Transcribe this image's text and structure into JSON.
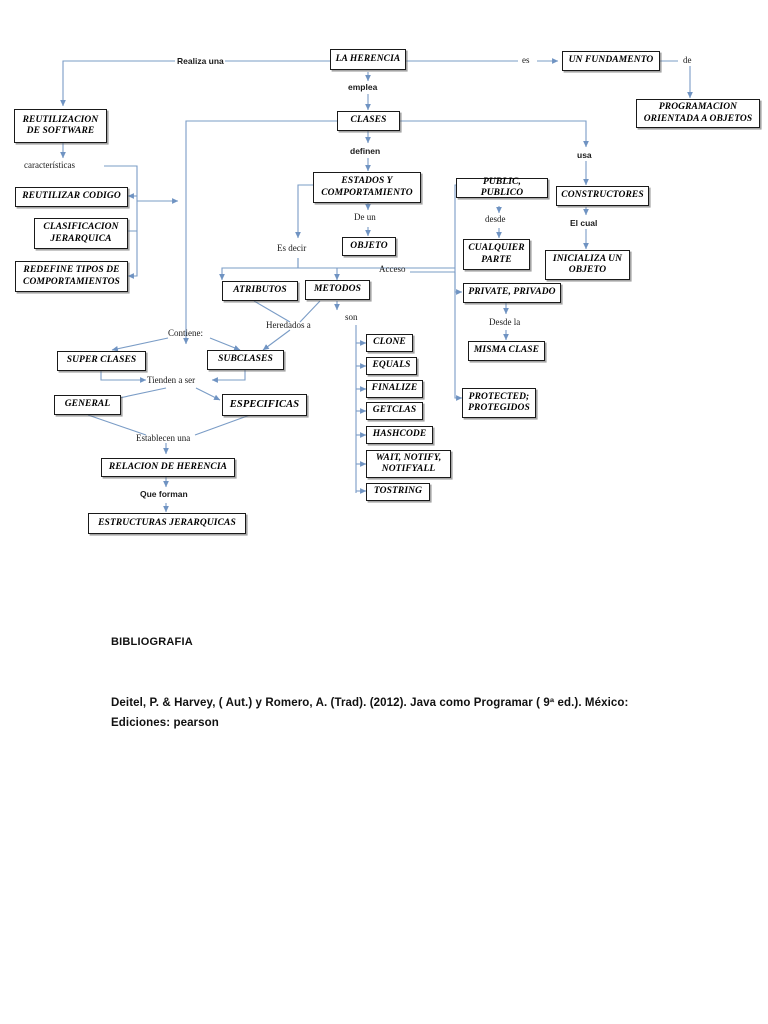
{
  "document": {
    "type": "concept-map",
    "topic": "LA HERENCIA (Java inheritance concept map)",
    "colors": {
      "edge": "#7a9cc6",
      "box_border": "#1a1a1a",
      "text": "#000000",
      "page_background": "#ffffff"
    }
  },
  "nodes": [
    {
      "id": "la-herencia",
      "label": "LA HERENCIA"
    },
    {
      "id": "un-fundamento",
      "label": "UN FUNDAMENTO"
    },
    {
      "id": "programacion-oo",
      "label": "PROGRAMACION ORIENTADA A OBJETOS"
    },
    {
      "id": "reutilizacion-software",
      "label": "REUTILIZACION DE SOFTWARE"
    },
    {
      "id": "clases",
      "label": "CLASES"
    },
    {
      "id": "reutilizar-codigo",
      "label": "REUTILIZAR CODIGO"
    },
    {
      "id": "clasificacion-jerarquica",
      "label": "CLASIFICACION JERARQUICA"
    },
    {
      "id": "redefine-tipos",
      "label": "REDEFINE TIPOS DE COMPORTAMIENTOS"
    },
    {
      "id": "estados-comportamiento",
      "label": "ESTADOS Y COMPORTAMIENTO"
    },
    {
      "id": "objeto",
      "label": "OBJETO"
    },
    {
      "id": "atributos",
      "label": "ATRIBUTOS"
    },
    {
      "id": "metodos",
      "label": "METODOS"
    },
    {
      "id": "public-publico",
      "label": "PUBLIC, PUBLICO"
    },
    {
      "id": "cualquier-parte",
      "label": "CUALQUIER PARTE"
    },
    {
      "id": "private-privado",
      "label": "PRIVATE, PRIVADO"
    },
    {
      "id": "misma-clase",
      "label": "MISMA CLASE"
    },
    {
      "id": "protected-protegidos",
      "label": "PROTECTED; PROTEGIDOS"
    },
    {
      "id": "constructores",
      "label": "CONSTRUCTORES"
    },
    {
      "id": "inicializa-objeto",
      "label": "INICIALIZA UN OBJETO"
    },
    {
      "id": "clone",
      "label": "CLONE"
    },
    {
      "id": "equals",
      "label": "EQUALS"
    },
    {
      "id": "finalize",
      "label": "FINALIZE"
    },
    {
      "id": "getclas",
      "label": "GETCLAS"
    },
    {
      "id": "hashcode",
      "label": "HASHCODE"
    },
    {
      "id": "wait-notify",
      "label": "WAIT, NOTIFY, NOTIFYALL"
    },
    {
      "id": "tostring",
      "label": "TOSTRING"
    },
    {
      "id": "super-clases",
      "label": "SUPER CLASES"
    },
    {
      "id": "subclases",
      "label": "SUBCLASES"
    },
    {
      "id": "general",
      "label": "GENERAL"
    },
    {
      "id": "especificas",
      "label": "ESPECIFICAS"
    },
    {
      "id": "relacion-herencia",
      "label": "RELACION DE HERENCIA"
    },
    {
      "id": "estructuras-jerarquicas",
      "label": "ESTRUCTURAS JERARQUICAS"
    }
  ],
  "edge_labels": [
    {
      "id": "realiza-una",
      "text": "Realiza una",
      "style": "bold"
    },
    {
      "id": "es",
      "text": "es",
      "style": "plain"
    },
    {
      "id": "de",
      "text": "de",
      "style": "plain"
    },
    {
      "id": "emplea",
      "text": "emplea",
      "style": "bold"
    },
    {
      "id": "caracteristicas",
      "text": "características",
      "style": "plain"
    },
    {
      "id": "definen",
      "text": "definen",
      "style": "bold"
    },
    {
      "id": "usa",
      "text": "usa",
      "style": "bold"
    },
    {
      "id": "de-un",
      "text": "De un",
      "style": "plain"
    },
    {
      "id": "es-decir",
      "text": "Es decir",
      "style": "plain"
    },
    {
      "id": "acceso",
      "text": "Acceso",
      "style": "plain"
    },
    {
      "id": "desde",
      "text": "desde",
      "style": "plain"
    },
    {
      "id": "desde-la",
      "text": "Desde la",
      "style": "plain"
    },
    {
      "id": "el-cual",
      "text": "El cual",
      "style": "bold"
    },
    {
      "id": "heredados-a",
      "text": "Heredados a",
      "style": "plain"
    },
    {
      "id": "son",
      "text": "son",
      "style": "plain"
    },
    {
      "id": "contiene",
      "text": "Contiene:",
      "style": "plain"
    },
    {
      "id": "tienden-a-ser",
      "text": "Tienden a ser",
      "style": "plain"
    },
    {
      "id": "establecen-una",
      "text": "Establecen una",
      "style": "plain"
    },
    {
      "id": "que-forman",
      "text": "Que forman",
      "style": "bold"
    }
  ],
  "bibliography": {
    "heading": "BIBLIOGRAFIA",
    "reference": "Deitel, P. & Harvey, ( Aut.) y Romero, A. (Trad). (2012). Java como Programar ( 9ª ed.). México: Ediciones: pearson"
  }
}
